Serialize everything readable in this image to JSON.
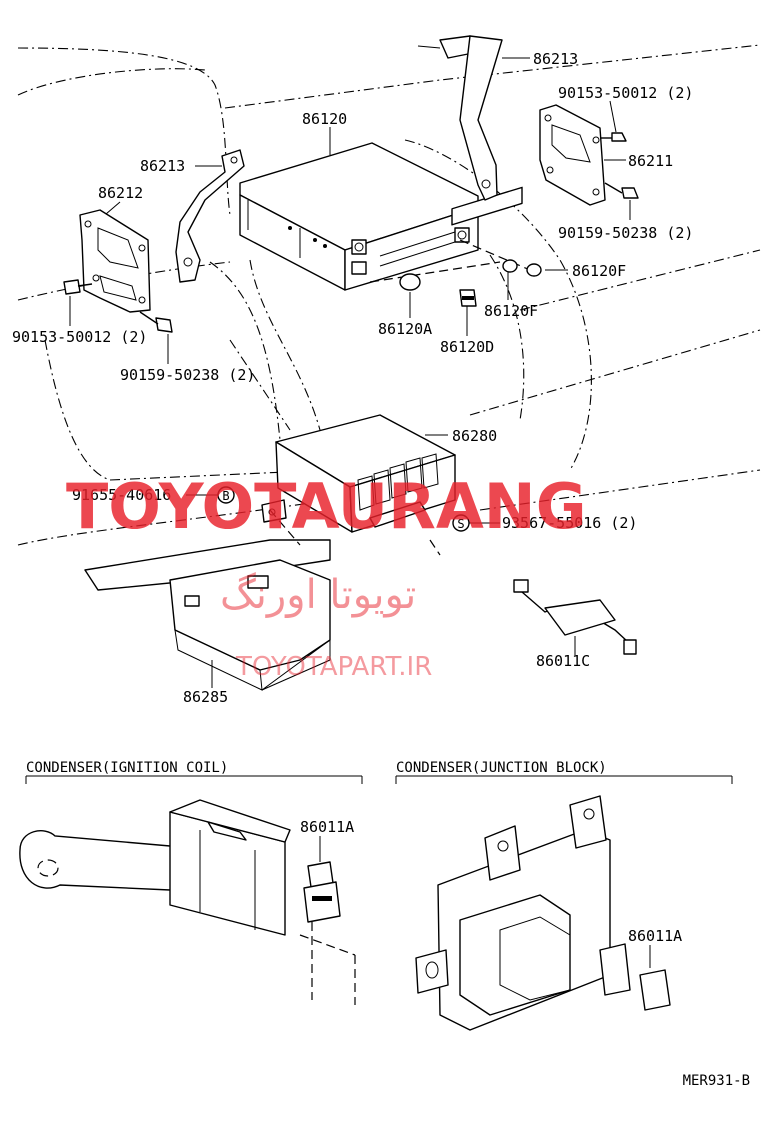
{
  "diagram": {
    "labels": {
      "p86213_top": "86213",
      "p90153_right": "90153-50012 (2)",
      "p86211": "86211",
      "p90159_right": "90159-50238 (2)",
      "p86120": "86120",
      "p86213_left": "86213",
      "p86212": "86212",
      "p86120F_right": "86120F",
      "p86120F_mid": "86120F",
      "p86120A": "86120A",
      "p86120D": "86120D",
      "p90153_left": "90153-50012 (2)",
      "p90159_left": "90159-50238  (2)",
      "p86280": "86280",
      "p91655": "91655-40616",
      "p93567": "93567-55016 (2)",
      "p86011C": "86011C",
      "p86285": "86285",
      "p86011A_left": "86011A",
      "p86011A_right": "86011A"
    },
    "markers": {
      "b": "B",
      "s": "S"
    },
    "sections": {
      "ignition": "CONDENSER(IGNITION COIL)",
      "junction": "CONDENSER(JUNCTION BLOCK)"
    },
    "figure_code": "MER931-B"
  },
  "watermark": {
    "brand": "TOYOTAURANG",
    "farsi": "تویوتا اورنگ",
    "url": "TOYOTAPART.IR",
    "color": "#e8202a"
  }
}
